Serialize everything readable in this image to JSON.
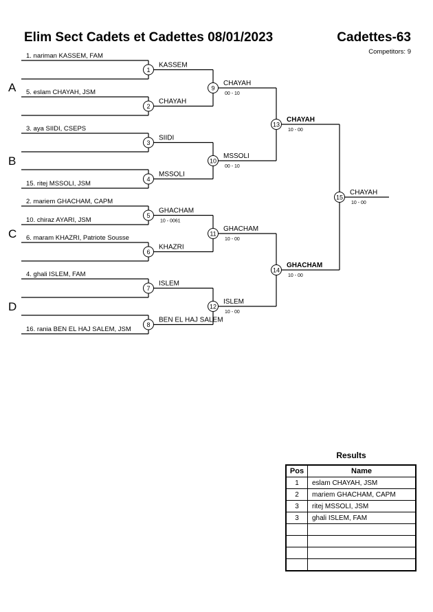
{
  "header": {
    "title": "Elim Sect Cadets et Cadettes  08/01/2023",
    "category": "Cadettes-63",
    "competitors": "Competitors: 9"
  },
  "pools": [
    "A",
    "B",
    "C",
    "D"
  ],
  "entries": [
    {
      "slot": 1,
      "text": "1. nariman KASSEM, FAM"
    },
    {
      "slot": 2,
      "text": ""
    },
    {
      "slot": 3,
      "text": "5. eslam CHAYAH, JSM"
    },
    {
      "slot": 4,
      "text": ""
    },
    {
      "slot": 5,
      "text": "3. aya SIIDI, CSEPS"
    },
    {
      "slot": 6,
      "text": ""
    },
    {
      "slot": 7,
      "text": ""
    },
    {
      "slot": 8,
      "text": "15. ritej MSSOLI, JSM"
    },
    {
      "slot": 9,
      "text": "2. mariem GHACHAM, CAPM"
    },
    {
      "slot": 10,
      "text": "10. chiraz AYARI, JSM"
    },
    {
      "slot": 11,
      "text": "6. maram KHAZRI, Patriote Sousse"
    },
    {
      "slot": 12,
      "text": ""
    },
    {
      "slot": 13,
      "text": "4. ghali ISLEM, FAM"
    },
    {
      "slot": 14,
      "text": ""
    },
    {
      "slot": 15,
      "text": ""
    },
    {
      "slot": 16,
      "text": "16. rania BEN EL HAJ SALEM, JSM"
    }
  ],
  "matches": [
    {
      "id": "1",
      "winner": "KASSEM",
      "score": ""
    },
    {
      "id": "2",
      "winner": "CHAYAH",
      "score": ""
    },
    {
      "id": "3",
      "winner": "SIIDI",
      "score": ""
    },
    {
      "id": "4",
      "winner": "MSSOLI",
      "score": ""
    },
    {
      "id": "5",
      "winner": "GHACHAM",
      "score": "10 - 0061"
    },
    {
      "id": "6",
      "winner": "KHAZRI",
      "score": ""
    },
    {
      "id": "7",
      "winner": "ISLEM",
      "score": ""
    },
    {
      "id": "8",
      "winner": "BEN EL HAJ SALEM",
      "score": ""
    },
    {
      "id": "9",
      "winner": "CHAYAH",
      "score": "00 - 10"
    },
    {
      "id": "10",
      "winner": "MSSOLI",
      "score": "00 - 10"
    },
    {
      "id": "11",
      "winner": "GHACHAM",
      "score": "10 - 00"
    },
    {
      "id": "12",
      "winner": "ISLEM",
      "score": "10 - 00"
    },
    {
      "id": "13",
      "winner": "CHAYAH",
      "score": "10 - 00"
    },
    {
      "id": "14",
      "winner": "GHACHAM",
      "score": "10 - 00"
    },
    {
      "id": "15",
      "winner": "CHAYAH",
      "score": "10 - 00"
    }
  ],
  "results": {
    "title": "Results",
    "headers": {
      "pos": "Pos",
      "name": "Name"
    },
    "rows": [
      {
        "pos": "1",
        "name": "eslam CHAYAH, JSM"
      },
      {
        "pos": "2",
        "name": "mariem GHACHAM, CAPM"
      },
      {
        "pos": "3",
        "name": "ritej MSSOLI, JSM"
      },
      {
        "pos": "3",
        "name": "ghali ISLEM, FAM"
      },
      {
        "pos": "",
        "name": ""
      },
      {
        "pos": "",
        "name": ""
      },
      {
        "pos": "",
        "name": ""
      },
      {
        "pos": "",
        "name": ""
      }
    ]
  }
}
